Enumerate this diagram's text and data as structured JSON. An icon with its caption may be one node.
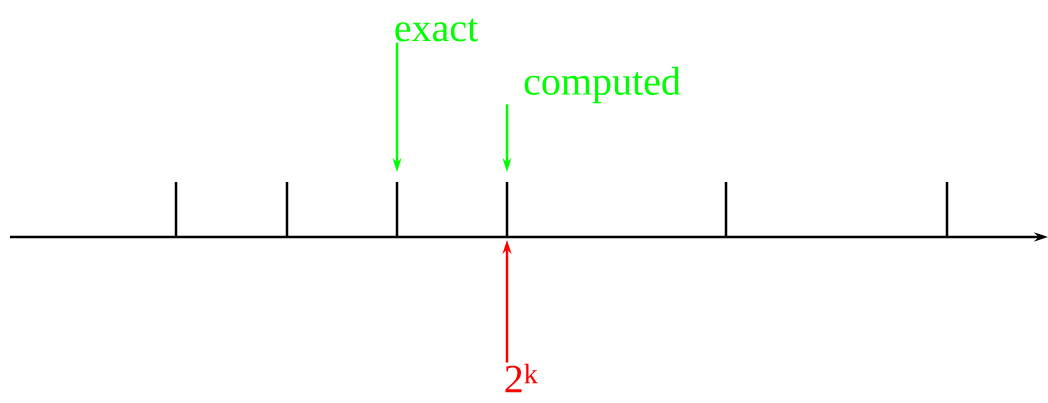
{
  "diagram": {
    "nodes": [
      {
        "text": [
          "exact"
        ]
      },
      {
        "text": [
          "computed"
        ]
      },
      {
        "text": [
          "2$^{k}$"
        ]
      }
    ],
    "edges": [
      {
        "from": 0,
        "to": null,
        "arrow": "to",
        "color": "#00ff00"
      },
      {
        "from": 1,
        "to": null,
        "arrow": "to",
        "color": "#00ff00"
      },
      {
        "from": 2,
        "to": null,
        "arrow": "to",
        "color": "#ff0000"
      }
    ]
  }
}
